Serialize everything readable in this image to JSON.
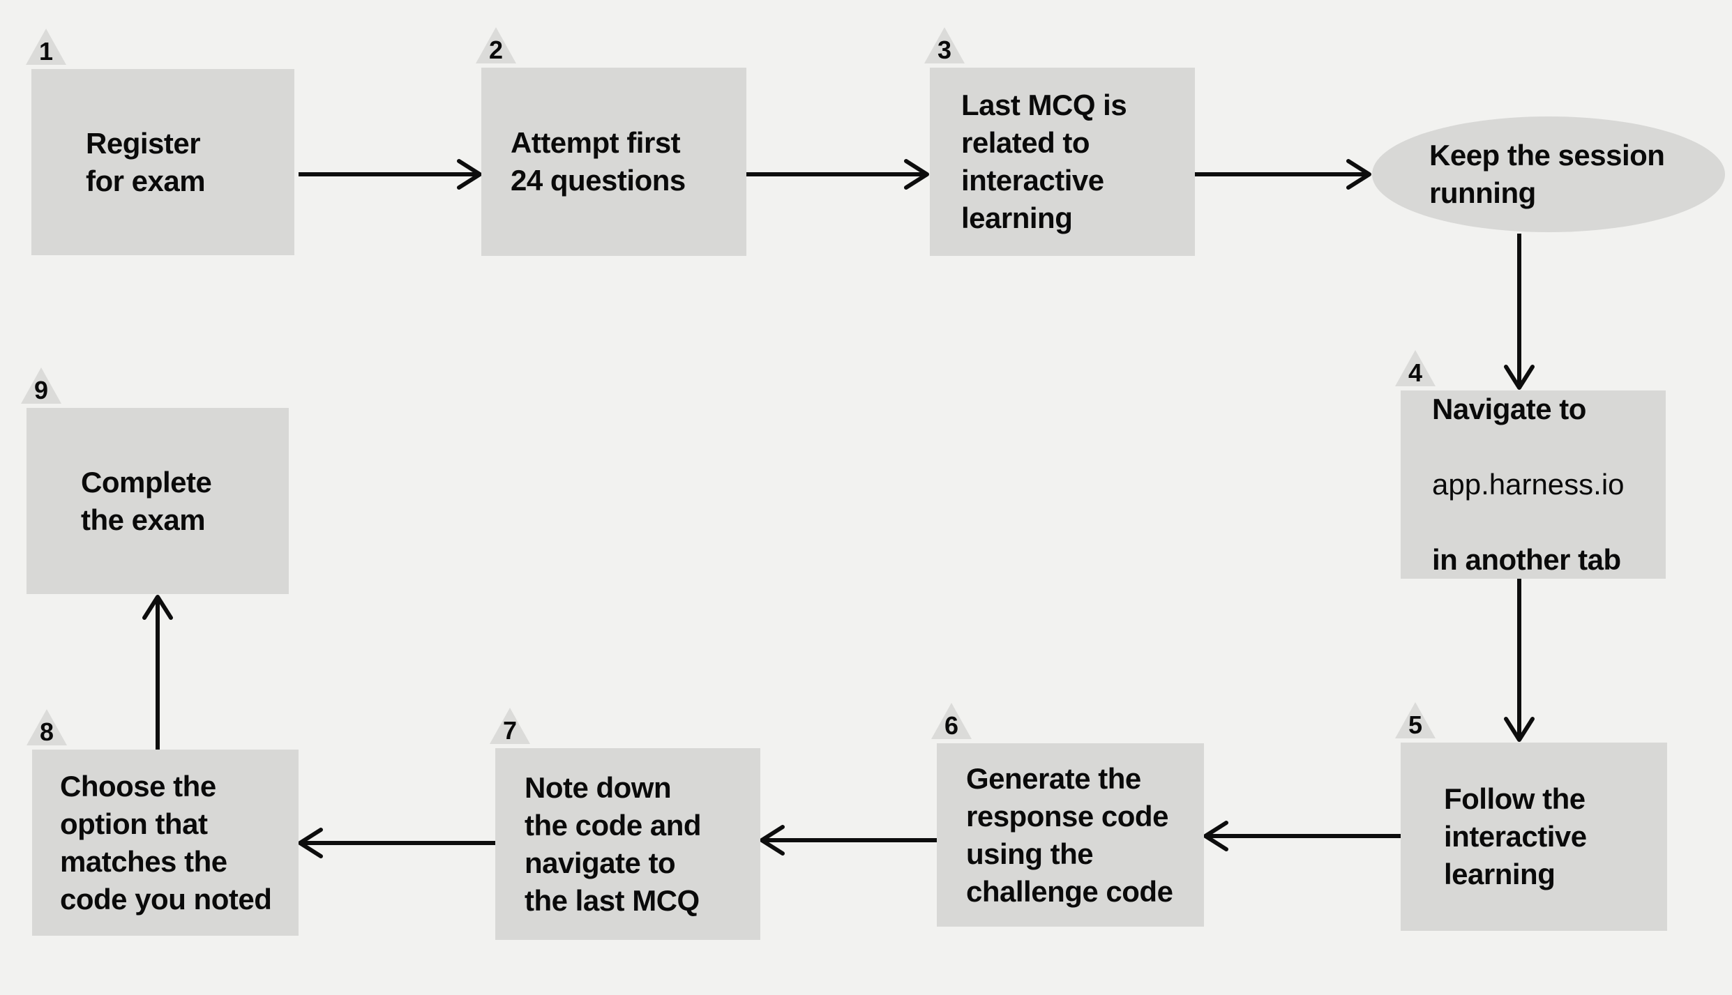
{
  "colors": {
    "background": "#f2f2f0",
    "node_fill": "#d8d8d6",
    "badge_fill": "#dbdbd9",
    "text": "#0a0a0a",
    "arrow": "#0d0d0d"
  },
  "nodes": [
    {
      "number": "1",
      "label": "Register\nfor exam",
      "shape": "rect"
    },
    {
      "number": "2",
      "label": "Attempt first\n24 questions",
      "shape": "rect"
    },
    {
      "number": "3",
      "label": "Last MCQ is\nrelated to\ninteractive\nlearning",
      "shape": "rect"
    },
    {
      "label": "Keep the session\nrunning",
      "shape": "ellipse"
    },
    {
      "number": "4",
      "label_line1": "Navigate to",
      "label_line2": "app.harness.io",
      "label_line3": "in another tab",
      "shape": "rect"
    },
    {
      "number": "5",
      "label": "Follow the\ninteractive\nlearning",
      "shape": "rect"
    },
    {
      "number": "6",
      "label": "Generate the\nresponse code\nusing the\nchallenge code",
      "shape": "rect"
    },
    {
      "number": "7",
      "label": "Note down\nthe code and\nnavigate to\nthe last MCQ",
      "shape": "rect"
    },
    {
      "number": "8",
      "label": "Choose the\noption that\nmatches the\ncode you noted",
      "shape": "rect"
    },
    {
      "number": "9",
      "label": "Complete\nthe exam",
      "shape": "rect"
    }
  ]
}
